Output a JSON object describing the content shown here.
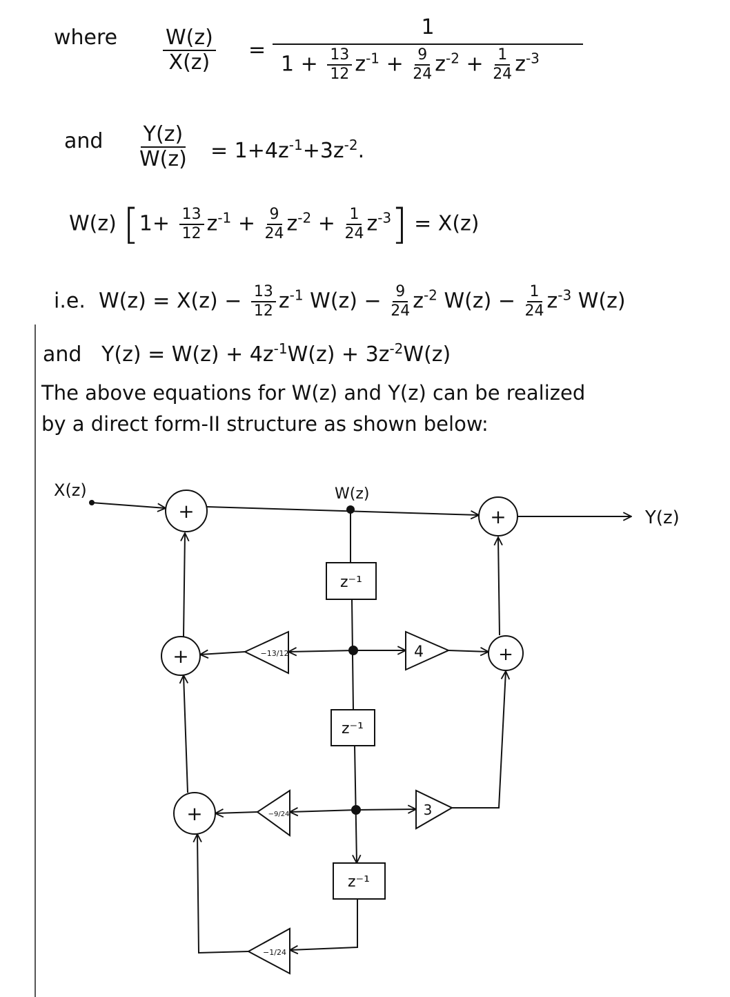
{
  "eq1": {
    "where": "where",
    "lhs_num": "W(z)",
    "lhs_den": "X(z)",
    "eq": "=",
    "rhs_num": "1",
    "rhs_den": {
      "t0": "1 +",
      "f1n": "13",
      "f1d": "12",
      "t1": "z",
      "e1": "-1",
      "t2": "+",
      "f2n": "9",
      "f2d": "24",
      "t3": "z",
      "e2": "-2",
      "t4": "+",
      "f3n": "1",
      "f3d": "24",
      "t5": "z",
      "e3": "-3"
    }
  },
  "eq2": {
    "and": "and",
    "lhs_num": "Y(z)",
    "lhs_den": "W(z)",
    "rhs": "= 1+4z",
    "e1": "-1",
    "mid": "+3z",
    "e2": "-2",
    "end": "."
  },
  "eq3": {
    "w": "W(z)",
    "open": "[",
    "t0": "1+",
    "f1n": "13",
    "f1d": "12",
    "t1": "z",
    "e1": "-1",
    "t2": "+",
    "f2n": "9",
    "f2d": "24",
    "t3": "z",
    "e2": "-2",
    "t4": "+",
    "f3n": "1",
    "f3d": "24",
    "t5": "z",
    "e3": "-3",
    "close": "]",
    "rhs": "= X(z)"
  },
  "eq4": {
    "ie": "i.e.",
    "t0": "W(z) = X(z) −",
    "f1n": "13",
    "f1d": "12",
    "t1": "z",
    "e1": "-1",
    "t2": "W(z) −",
    "f2n": "9",
    "f2d": "24",
    "t3": "z",
    "e2": "-2",
    "t4": "W(z) −",
    "f3n": "1",
    "f3d": "24",
    "t5": "z",
    "e3": "-3",
    "t6": "W(z)"
  },
  "eq5": {
    "and": "and",
    "t0": "Y(z) = W(z) + 4z",
    "e1": "-1",
    "t1": "W(z) + 3z",
    "e2": "-2",
    "t2": "W(z)"
  },
  "text": {
    "line1": "The above equations for W(z) and Y(z) can be realized",
    "line2": "by a direct form-II structure as shown below:"
  },
  "diagram": {
    "input_label": "X(z)",
    "node_label": "W(z)",
    "output_label": "Y(z)",
    "adder": "+",
    "delay": "z⁻¹",
    "gain_a1": "−13/12",
    "gain_a2": "−9/24",
    "gain_a3": "−1/24",
    "gain_b1": "4",
    "gain_b2": "3"
  }
}
